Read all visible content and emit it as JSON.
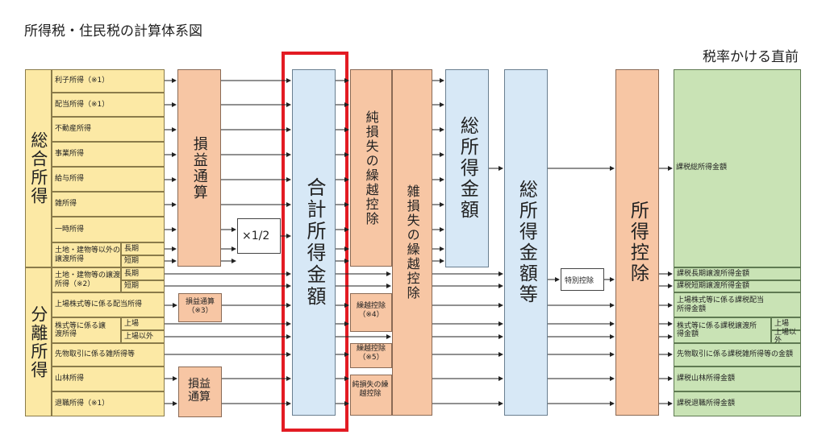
{
  "title": "所得税・住民税の計算体系図",
  "subtitle": "税率かける直前",
  "groups": {
    "sogo": "総合所得",
    "bunri": "分離所得"
  },
  "income_rows": [
    "利子所得（※1）",
    "配当所得（※1）",
    "不動産所得",
    "事業所得",
    "給与所得",
    "雑所得",
    "一時所得"
  ],
  "land_other": {
    "label": "土地・建物等以外の譲渡所得",
    "long": "長期",
    "short": "短期"
  },
  "land": {
    "label": "土地・建物等の譲渡所得（※2）",
    "long": "長期",
    "short": "短期"
  },
  "listed_dividend": "上場株式等に係る配当所得",
  "stock": {
    "label": "株式等に係る譲渡所得",
    "listed": "上場",
    "other": "上場以外"
  },
  "futures": "先物取引に係る雑所得等",
  "forest": "山林所得",
  "retirement": "退職所得（※1）",
  "boxes": {
    "sonneki1": "損益通算",
    "half": "×1/2",
    "sonneki2": "損益通算（※3）",
    "sonneki3": "損益通算",
    "gokei": "合計所得金額",
    "junsonshitsu": "純損失の繰越控除",
    "zatsu": "雑損失の繰越控除",
    "kurikoshi4": "繰越控除（※4）",
    "kurikoshi5": "繰越控除（※5）",
    "junsonshitsu2": "純損失の繰越控除",
    "sosho": "総所得金額",
    "soshoto": "総所得金額等",
    "tokubetsu": "特別控除",
    "kojo": "所得控除"
  },
  "results": {
    "kazei_sosho": "課税総所得金額",
    "long": "課税長期譲渡所得金額",
    "short": "課税短期譲渡所得金額",
    "dividend": "上場株式等に係る課税配当所得金額",
    "stock": "株式等に係る課税譲渡所得金額",
    "stock_listed": "上場",
    "stock_other": "上場以外",
    "futures": "先物取引に係る課税雑所得等の金額",
    "forest": "課税山林所得金額",
    "retirement": "課税退職所得金額"
  },
  "colors": {
    "highlight": "#e31b23",
    "arrow": "#222222"
  }
}
